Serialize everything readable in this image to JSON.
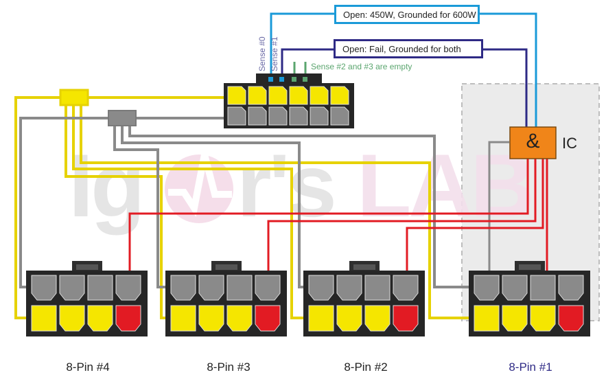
{
  "title": "12VHPWR sense pin and 8-pin adapter wiring diagram",
  "watermark": "Igor'sLAB",
  "colors": {
    "plus12v": "#f5e600",
    "wire_yellow": "#e6d200",
    "ground": "#8a8a8a",
    "sense": "#e21b23",
    "sense0": "#1a9ad8",
    "sense1": "#2e2a85",
    "empty_sense": "#5aa56e",
    "ic": "#f08519",
    "connector_body": "#262626",
    "ic_zone": "#ebebeb"
  },
  "annotations": {
    "sense0_box": "Open: 450W, Grounded for 600W",
    "sense1_box": "Open: Fail, Grounded for both",
    "sense0_label": "Sense #0",
    "sense1_label": "Sense #1",
    "empty_note": "Sense #2 and #3 are empty"
  },
  "ic": {
    "symbol": "&",
    "label": "IC"
  },
  "connectors": [
    {
      "label": "8-Pin #4",
      "highlight": false
    },
    {
      "label": "8-Pin #3",
      "highlight": false
    },
    {
      "label": "8-Pin #2",
      "highlight": false
    },
    {
      "label": "8-Pin #1",
      "highlight": true
    }
  ],
  "highlight_label_color": "#2e2a85",
  "header_connector": {
    "top_row": [
      "12V",
      "12V",
      "12V",
      "12V",
      "12V",
      "12V"
    ],
    "bottom_row": [
      "GND",
      "GND",
      "GND",
      "GND",
      "GND",
      "GND"
    ],
    "sense_pins": [
      "Sense #0",
      "Sense #1",
      "Sense #2",
      "Sense #3"
    ]
  }
}
